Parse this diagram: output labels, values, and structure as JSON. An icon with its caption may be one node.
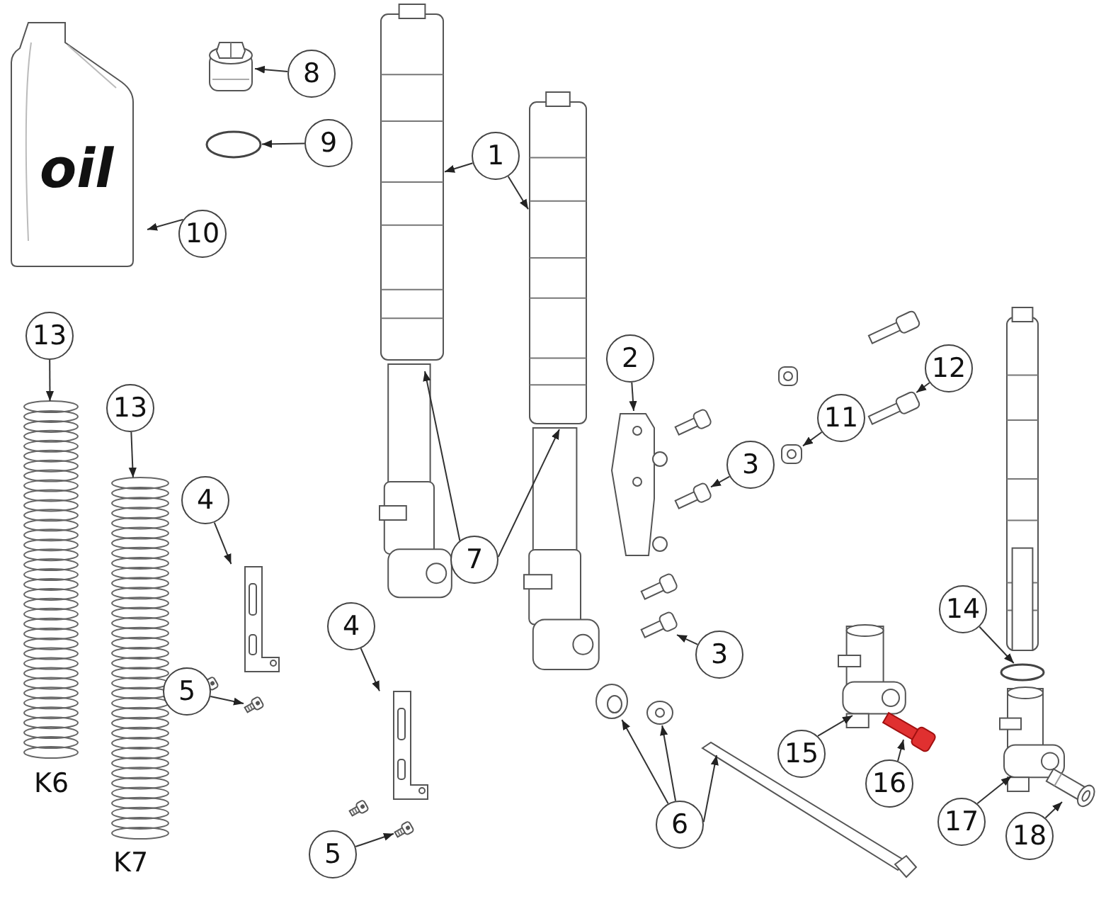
{
  "diagram": {
    "nodes": [
      {
        "text": [
          "oil"
        ]
      },
      {
        "text": [
          "8"
        ]
      },
      {
        "text": [],
        "shape": "picture"
      },
      {
        "text": [
          "9"
        ]
      },
      {
        "text": [],
        "shape": "circle"
      },
      {
        "text": [
          "10"
        ]
      },
      {
        "text": [
          "1"
        ]
      },
      {
        "text": [],
        "shape": "picture"
      },
      {
        "text": [],
        "shape": "picture"
      },
      {
        "text": [],
        "shape": "picture"
      },
      {
        "text": [],
        "shape": "picture"
      },
      {
        "text": [
          "7"
        ]
      },
      {
        "text": [
          "2"
        ]
      },
      {
        "text": [],
        "shape": "picture"
      },
      {
        "text": [
          "3"
        ]
      },
      {
        "text": [],
        "shape": "picture"
      },
      {
        "text": [
          "11"
        ]
      },
      {
        "text": [],
        "shape": "picture"
      },
      {
        "text": [
          "12"
        ]
      },
      {
        "text": [],
        "shape": "picture"
      },
      {
        "text": [
          "13"
        ]
      },
      {
        "text": [],
        "shape": "picture",
        "beside": [
          "K6"
        ]
      },
      {
        "text": [
          "13"
        ]
      },
      {
        "text": [],
        "shape": "picture",
        "beside": [
          "K7"
        ]
      },
      {
        "text": [
          "4"
        ]
      },
      {
        "text": [],
        "shape": "picture"
      },
      {
        "text": [
          "5"
        ]
      },
      {
        "text": [],
        "shape": "picture"
      },
      {
        "text": [
          "4"
        ]
      },
      {
        "text": [],
        "shape": "picture"
      },
      {
        "text": [
          "5"
        ]
      },
      {
        "text": [],
        "shape": "picture"
      },
      {
        "text": [
          "3"
        ]
      },
      {
        "text": [],
        "shape": "picture"
      },
      {
        "text": [
          "6"
        ]
      },
      {
        "text": [],
        "shape": "picture"
      },
      {
        "text": [],
        "shape": "picture"
      },
      {
        "text": [],
        "shape": "picture"
      },
      {
        "text": [
          "14"
        ]
      },
      {
        "text": [],
        "shape": "circle"
      },
      {
        "text": [
          "15"
        ]
      },
      {
        "text": [],
        "shape": "picture"
      },
      {
        "text": [
          "16"
        ]
      },
      {
        "text": [],
        "shape": "picture"
      },
      {
        "text": [
          "17"
        ]
      },
      {
        "text": [],
        "shape": "picture"
      },
      {
        "text": [
          "18"
        ]
      },
      {
        "text": [],
        "shape": "picture"
      }
    ],
    "edges": [
      {
        "from": 1,
        "to": 2,
        "arrow": "to"
      },
      {
        "from": 3,
        "to": 4,
        "arrow": "to"
      },
      {
        "from": 5,
        "to": 0,
        "arrow": "to"
      },
      {
        "from": 6,
        "to": 7,
        "arrow": "to"
      },
      {
        "from": 6,
        "to": 8,
        "arrow": "to"
      },
      {
        "from": 11,
        "to": 9,
        "arrow": "to"
      },
      {
        "from": 11,
        "to": 10,
        "arrow": "to"
      },
      {
        "from": 12,
        "to": 13,
        "arrow": "to"
      },
      {
        "from": 14,
        "to": 15,
        "arrow": "to"
      },
      {
        "from": 16,
        "to": 17,
        "arrow": "to"
      },
      {
        "from": 18,
        "to": 19,
        "arrow": "to"
      },
      {
        "from": 20,
        "to": 21,
        "arrow": "to"
      },
      {
        "from": 22,
        "to": 23,
        "arrow": "to"
      },
      {
        "from": 24,
        "to": 25,
        "arrow": "to"
      },
      {
        "from": 26,
        "to": 27,
        "arrow": "to"
      },
      {
        "from": 28,
        "to": 29,
        "arrow": "to"
      },
      {
        "from": 30,
        "to": 31,
        "arrow": "to"
      },
      {
        "from": 32,
        "to": 33,
        "arrow": "to"
      },
      {
        "from": 34,
        "to": 35,
        "arrow": "to"
      },
      {
        "from": 34,
        "to": 36,
        "arrow": "to"
      },
      {
        "from": 34,
        "to": 37,
        "arrow": "to"
      },
      {
        "from": 38,
        "to": 39,
        "arrow": "to"
      },
      {
        "from": 40,
        "to": 41,
        "arrow": "to"
      },
      {
        "from": 42,
        "to": 43,
        "arrow": "to"
      },
      {
        "from": 44,
        "to": 45,
        "arrow": "to"
      },
      {
        "from": 46,
        "to": 47,
        "arrow": "to"
      }
    ]
  }
}
